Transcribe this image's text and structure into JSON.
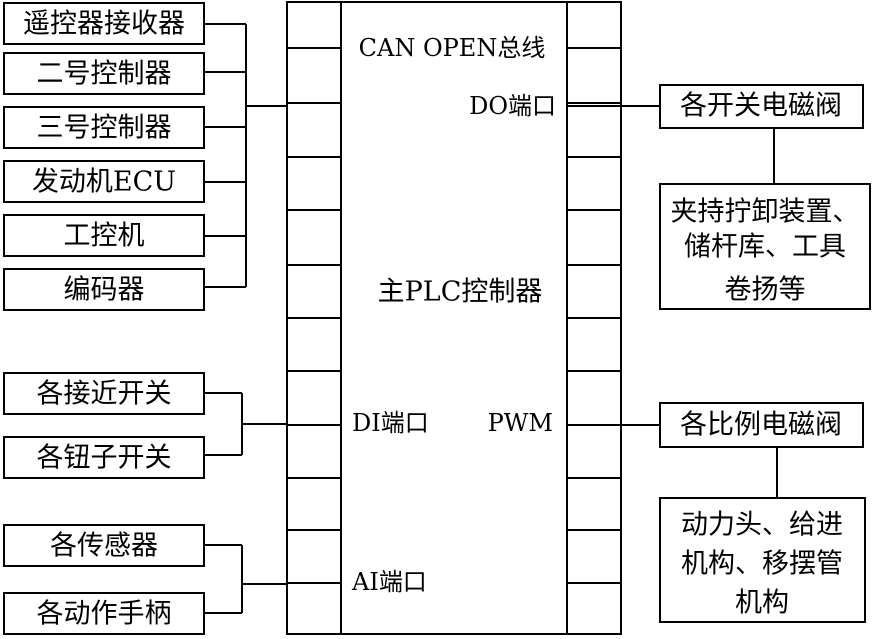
{
  "left_inputs": {
    "bus_group": [
      "遥控器接收器",
      "二号控制器",
      "三号控制器",
      "发动机ECU",
      "工控机",
      "编码器"
    ],
    "di_group": [
      "各接近开关",
      "各钮子开关"
    ],
    "ai_group": [
      "各传感器",
      "各动作手柄"
    ]
  },
  "plc": {
    "title": "主PLC控制器",
    "bus_port": "CAN OPEN总线",
    "do_port": "DO端口",
    "di_port": "DI端口",
    "pwm_port": "PWM",
    "ai_port": "AI端口"
  },
  "right_outputs": {
    "switch_valve": "各开关电磁阀",
    "switch_targets": [
      "夹持拧卸装置、",
      "储杆库、工具",
      "卷扬等"
    ],
    "proportional_valve": "各比例电磁阀",
    "proportional_targets": [
      "动力头、给进",
      "机构、移摆管",
      "机构"
    ]
  }
}
